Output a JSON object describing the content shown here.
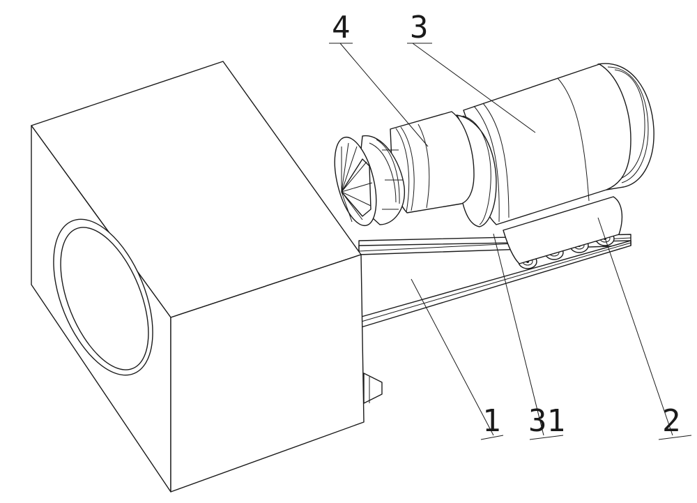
{
  "callouts": [
    {
      "id": "part-1",
      "label": "1"
    },
    {
      "id": "part-2",
      "label": "2"
    },
    {
      "id": "part-3",
      "label": "3"
    },
    {
      "id": "part-4",
      "label": "4"
    },
    {
      "id": "part-31",
      "label": "31"
    }
  ],
  "colors": {
    "line": "#1a1a1a",
    "background": "#ffffff"
  }
}
